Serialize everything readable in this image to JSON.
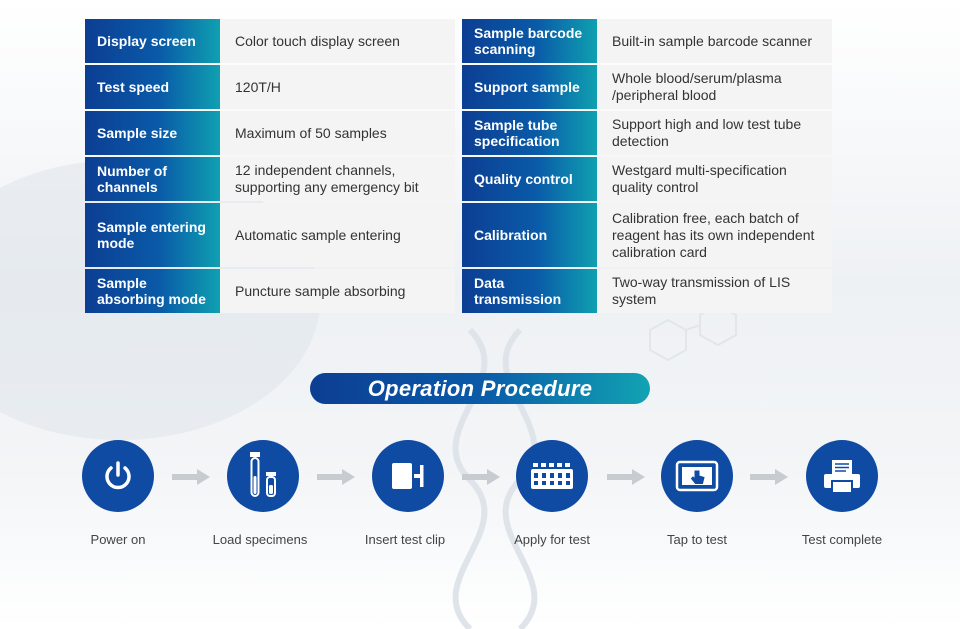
{
  "specs_left": [
    {
      "key": "Display screen",
      "value": "Color touch display screen"
    },
    {
      "key": "Test speed",
      "value": "120T/H"
    },
    {
      "key": "Sample size",
      "value": "Maximum of 50 samples"
    },
    {
      "key": "Number of channels",
      "value": "12 independent channels, supporting any emergency bit"
    },
    {
      "key": "Sample entering mode",
      "value": "Automatic sample entering"
    },
    {
      "key": "Sample absorbing mode",
      "value": "Puncture sample absorbing"
    }
  ],
  "specs_right": [
    {
      "key": "Sample barcode scanning",
      "value": "Built-in sample barcode scanner"
    },
    {
      "key": "Support sample",
      "value": "Whole blood/serum/plasma /peripheral blood"
    },
    {
      "key": "Sample tube specification",
      "value": "Support high and low test tube detection"
    },
    {
      "key": "Quality control",
      "value": "Westgard multi-specification quality control"
    },
    {
      "key": "Calibration",
      "value": "Calibration free, each batch of reagent has its own independent calibration card"
    },
    {
      "key": "Data transmission",
      "value": "Two-way transmission of LIS system"
    }
  ],
  "banner": {
    "title": "Operation Procedure"
  },
  "steps": [
    {
      "label": "Power on",
      "icon": "power-icon"
    },
    {
      "label": "Load specimens",
      "icon": "test-tubes-icon"
    },
    {
      "label": "Insert test clip",
      "icon": "test-clip-icon"
    },
    {
      "label": "Apply for test",
      "icon": "sample-rack-icon"
    },
    {
      "label": "Tap to test",
      "icon": "touch-screen-icon"
    },
    {
      "label": "Test complete",
      "icon": "printer-icon"
    }
  ],
  "colors": {
    "primary": "#0f4aa3",
    "accent": "#12a3b3",
    "arrow": "#c8ccd1"
  }
}
